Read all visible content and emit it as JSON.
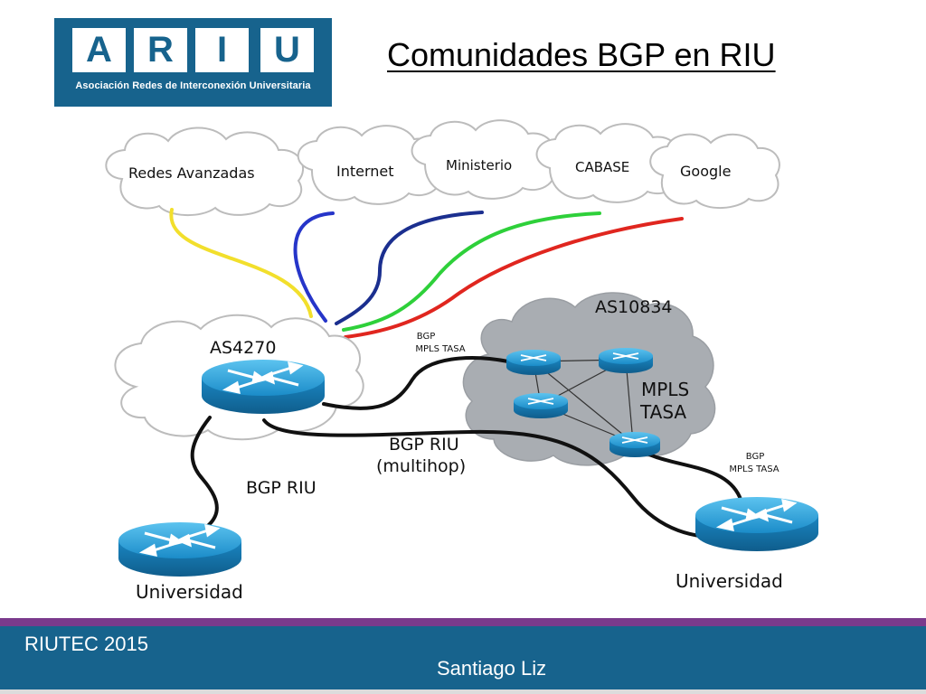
{
  "logo": {
    "letters": [
      "A",
      "R",
      "I",
      "U"
    ],
    "tagline": "Asociación Redes de Interconexión Universitaria"
  },
  "title": "Comunidades BGP en RIU",
  "clouds": {
    "redes_avanzadas": "Redes Avanzadas",
    "internet": "Internet",
    "ministerio": "Ministerio",
    "cabase": "CABASE",
    "google": "Google"
  },
  "upstream_links": [
    {
      "to": "Redes Avanzadas",
      "color": "#f2df2c"
    },
    {
      "to": "Internet",
      "color": "#2635c9"
    },
    {
      "to": "Ministerio",
      "color": "#1b2f8f"
    },
    {
      "to": "CABASE",
      "color": "#2ed03a"
    },
    {
      "to": "Google",
      "color": "#e0261f"
    }
  ],
  "as4270": {
    "label": "AS4270"
  },
  "as10834": {
    "label": "AS10834",
    "mpls_line1": "MPLS",
    "mpls_line2": "TASA"
  },
  "links": {
    "bgp_mpls_top_line1": "BGP",
    "bgp_mpls_top_line2": "MPLS TASA",
    "bgp_riu_multihop_line1": "BGP RIU",
    "bgp_riu_multihop_line2": "(multihop)",
    "bgp_riu_left": "BGP RIU",
    "bgp_mpls_right_line1": "BGP",
    "bgp_mpls_right_line2": "MPLS TASA"
  },
  "universities": {
    "left": "Universidad",
    "right": "Universidad"
  },
  "colors": {
    "brand_blue": "#17638d",
    "footer_purple": "#7a3a8c",
    "router_blue": "#1f9ad6",
    "cloud_gray": "#a9adb2"
  },
  "footer": {
    "left": "RIUTEC 2015",
    "right": "Santiago Liz"
  }
}
